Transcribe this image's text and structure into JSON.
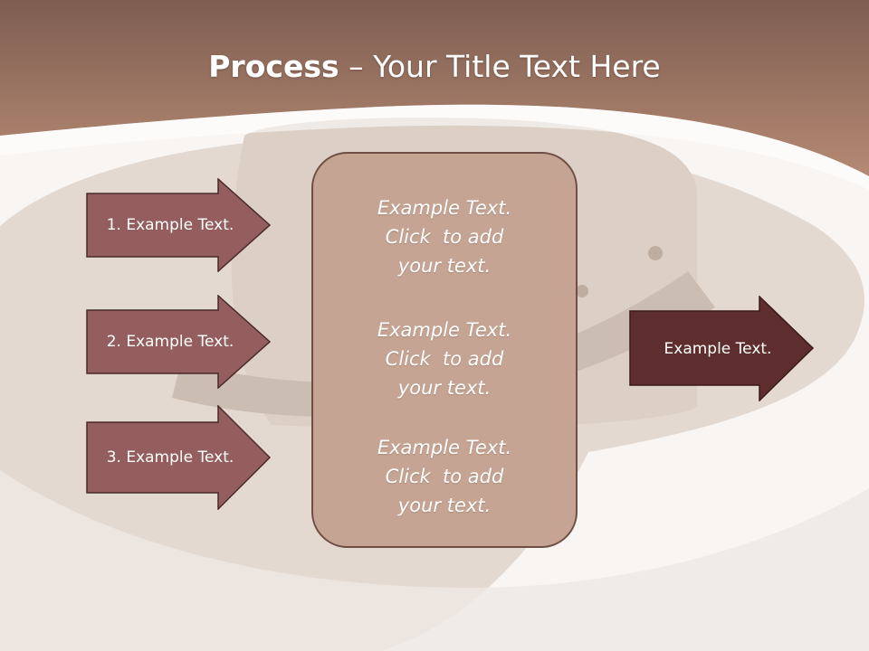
{
  "slide": {
    "title_bold": "Process",
    "title_rest": " – Your Title Text Here",
    "left_arrows": [
      {
        "label": "1. Example Text."
      },
      {
        "label": "2. Example Text."
      },
      {
        "label": "3. Example Text."
      }
    ],
    "center_box": {
      "blocks": [
        {
          "lines": [
            "Example Text.",
            "Click  to add",
            "your text."
          ]
        },
        {
          "lines": [
            "Example Text.",
            "Click  to add",
            "your text."
          ]
        },
        {
          "lines": [
            "Example Text.",
            "Click  to add",
            "your text."
          ]
        }
      ]
    },
    "right_arrow": {
      "label": "Example Text."
    }
  },
  "colors": {
    "header": "#9c7361",
    "arrow_light": "#955e5e",
    "arrow_dark": "#5e2d2d",
    "box": "#c5a493"
  }
}
